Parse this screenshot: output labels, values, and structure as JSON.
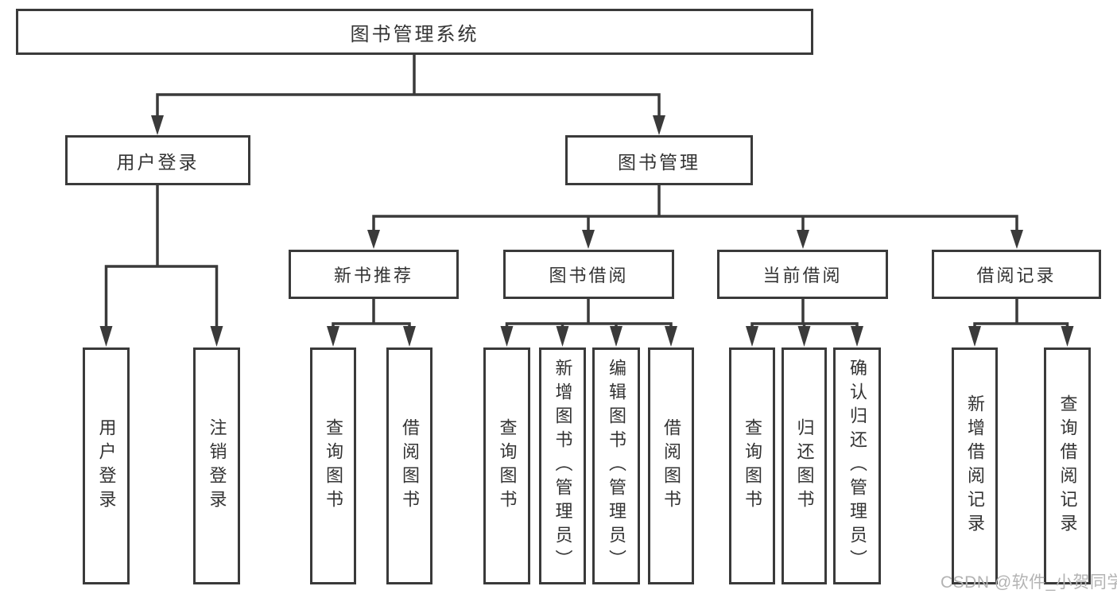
{
  "diagram": {
    "root": {
      "label": "图书管理系统"
    },
    "level2": [
      {
        "id": "user-login",
        "label": "用户登录"
      },
      {
        "id": "book-management",
        "label": "图书管理"
      }
    ],
    "level3": [
      {
        "id": "new-book-recommend",
        "label": "新书推荐"
      },
      {
        "id": "book-borrow",
        "label": "图书借阅"
      },
      {
        "id": "current-borrow",
        "label": "当前借阅"
      },
      {
        "id": "borrow-record",
        "label": "借阅记录"
      }
    ],
    "leaves": {
      "user_login": [
        "用户登录",
        "注销登录"
      ],
      "new_book_recommend": [
        "查询图书",
        "借阅图书"
      ],
      "book_borrow": [
        "查询图书",
        "新增图书（管理员）",
        "编辑图书（管理员）",
        "借阅图书"
      ],
      "current_borrow": [
        "查询图书",
        "归还图书",
        "确认归还（管理员）"
      ],
      "borrow_record": [
        "新增借阅记录",
        "查询借阅记录"
      ]
    }
  },
  "watermark": {
    "text": "CSDN @软件_小贺同学"
  },
  "colors": {
    "line": "#3a3a3a",
    "text": "#333333",
    "background": "#ffffff",
    "watermark": "#b3b3b3"
  }
}
